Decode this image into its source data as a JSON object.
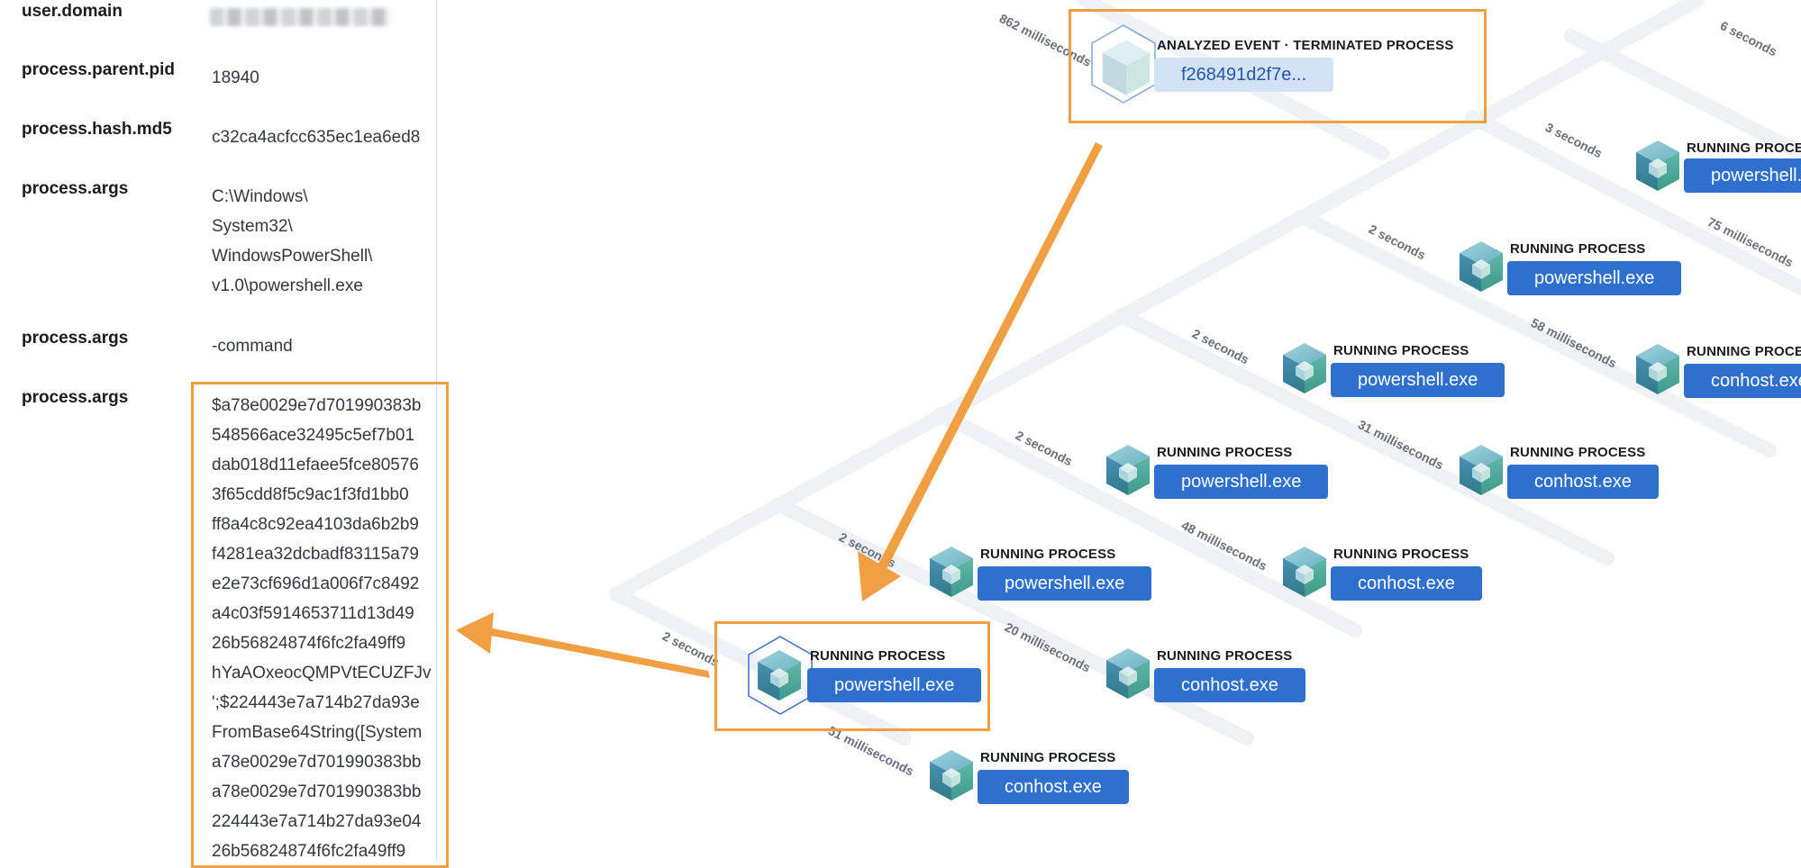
{
  "fields": [
    {
      "key": "user.domain",
      "value": ""
    },
    {
      "key": "process.parent.pid",
      "value": "18940"
    },
    {
      "key": "process.hash.md5",
      "value": "c32ca4acfcc635ec1ea6ed8"
    },
    {
      "key": "process.args",
      "value": "C:\\Windows\\\nSystem32\\\nWindowsPowerShell\\\nv1.0\\powershell.exe"
    },
    {
      "key": "process.args",
      "value": "-command"
    },
    {
      "key": "process.args",
      "value": "$a78e0029e7d701990383b\n548566ace32495c5ef7b01\ndab018d11efaee5fce80576\n3f65cdd8f5c9ac1f3fd1bb0\nff8a4c8c92ea4103da6b2b9\nf4281ea32dcbadf83115a79\ne2e73cf696d1a006f7c8492\na4c03f5914653711d13d49\n26b56824874f6fc2fa49ff9\nhYaAOxeocQMPVtECUZFJv\n';$224443e7a714b27da93e\nFromBase64String([System\na78e0029e7d701990383bb\na78e0029e7d701990383bb\n224443e7a714b27da93e04\n26b56824874f6fc2fa49ff9"
    }
  ],
  "nodes": [
    {
      "id": "origin",
      "title": "ANALYZED EVENT · TERMINATED PROCESS",
      "name": "f268491d2f7e...",
      "origin": true
    },
    {
      "id": "n-ps-a",
      "title": "RUNNING PROCESS",
      "name": "powershell.exe"
    },
    {
      "id": "n-ps-b",
      "title": "RUNNING PROCESS",
      "name": "powershell.exe"
    },
    {
      "id": "n-ps-c",
      "title": "RUNNING PROCESS",
      "name": "powershell.exe"
    },
    {
      "id": "n-ps-d",
      "title": "RUNNING PROCESS",
      "name": "powershell.exe"
    },
    {
      "id": "n-ps-e",
      "title": "RUNNING PROCESS",
      "name": "powershell.exe"
    },
    {
      "id": "n-ps-f",
      "title": "RUNNING PROCESS",
      "name": "powershell.exe"
    },
    {
      "id": "n-ch-a",
      "title": "RUNNING PROCESS",
      "name": "conhost.exe"
    },
    {
      "id": "n-ch-b",
      "title": "RUNNING PROCESS",
      "name": "conhost.exe"
    },
    {
      "id": "n-ch-c",
      "title": "RUNNING PROCESS",
      "name": "conhost.exe"
    },
    {
      "id": "n-ch-d",
      "title": "RUNNING PROCESS",
      "name": "conhost.exe"
    },
    {
      "id": "n-ch-e",
      "title": "RUNNING PROCESS",
      "name": "conhost.exe"
    }
  ],
  "edge_labels": [
    "862 milliseconds",
    "6 seconds",
    "3 seconds",
    "75 milliseconds",
    "2 seconds",
    "58 milliseconds",
    "2 seconds",
    "31 milliseconds",
    "2 seconds",
    "48 milliseconds",
    "2 seconds",
    "20 milliseconds",
    "2 seconds",
    "51 milliseconds"
  ],
  "colors": {
    "accent_highlight": "#f0a042",
    "node_button": "#2f6fce",
    "origin_button": "#d2e3f8"
  }
}
